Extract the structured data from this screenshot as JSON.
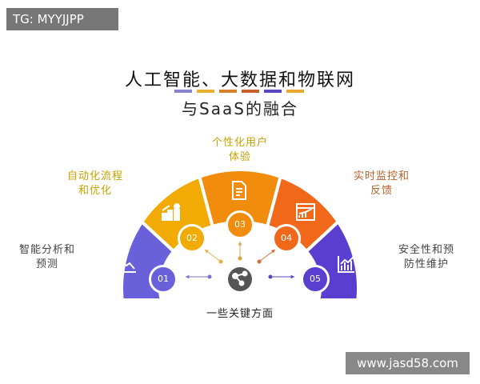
{
  "watermark_top": "TG: MYYJJPP",
  "watermark_bottom": "www.jasd58.com",
  "title": {
    "line1": "人工智能、大数据和物联网",
    "line2": "与SaaS的融合"
  },
  "title_bar_colors": [
    "#8a84d0",
    "#e8b030",
    "#d8802a",
    "#c8602a",
    "#5a44c0",
    "#e8a830"
  ],
  "segments": [
    {
      "num": "01",
      "label1": "智能分析和",
      "label2": "预测",
      "color": "#6a60da",
      "text_color": "#444",
      "icon": "chart-down-icon"
    },
    {
      "num": "02",
      "label1": "自动化流程",
      "label2": "和优化",
      "color": "#f2aa05",
      "text_color": "#c9a100",
      "icon": "growth-person-icon"
    },
    {
      "num": "03",
      "label1": "个性化用户",
      "label2": "体验",
      "color": "#f28c0c",
      "text_color": "#c9a100",
      "icon": "document-icon"
    },
    {
      "num": "04",
      "label1": "实时监控和",
      "label2": "反馈",
      "color": "#f2681a",
      "text_color": "#b5622a",
      "icon": "dashboard-icon"
    },
    {
      "num": "05",
      "label1": "安全性和预",
      "label2": "防性维护",
      "color": "#5a3ecf",
      "text_color": "#444",
      "icon": "bar-chart-icon"
    }
  ],
  "center": {
    "label": "一些关键方面",
    "icon": "share-icon",
    "color": "#555"
  }
}
